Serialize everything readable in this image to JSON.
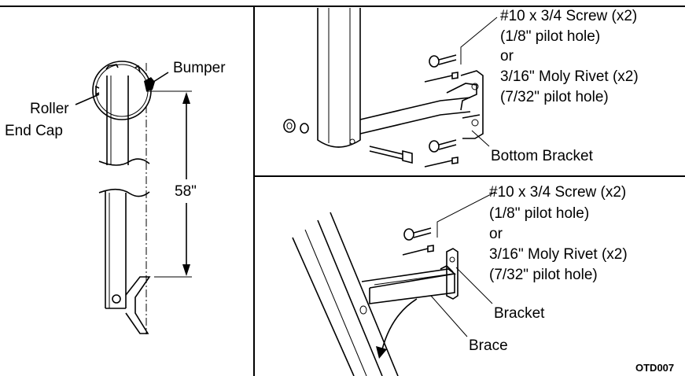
{
  "left_panel": {
    "bumper_label": "Bumper",
    "roller_label_line1": "Roller",
    "roller_label_line2": "End Cap",
    "dimension_label": "58\""
  },
  "top_right_panel": {
    "screw_label": "#10 x 3/4 Screw (x2)",
    "screw_pilot": "(1/8\" pilot hole)",
    "or_label": "or",
    "rivet_label": "3/16\" Moly Rivet (x2)",
    "rivet_pilot": "(7/32\" pilot hole)",
    "bracket_label": "Bottom Bracket"
  },
  "bottom_right_panel": {
    "screw_label": "#10 x 3/4 Screw (x2)",
    "screw_pilot": "(1/8\" pilot hole)",
    "or_label": "or",
    "rivet_label": "3/16\" Moly Rivet (x2)",
    "rivet_pilot": "(7/32\" pilot hole)",
    "bracket_label": "Bracket",
    "brace_label": "Brace"
  },
  "figure_code": "OTD007"
}
